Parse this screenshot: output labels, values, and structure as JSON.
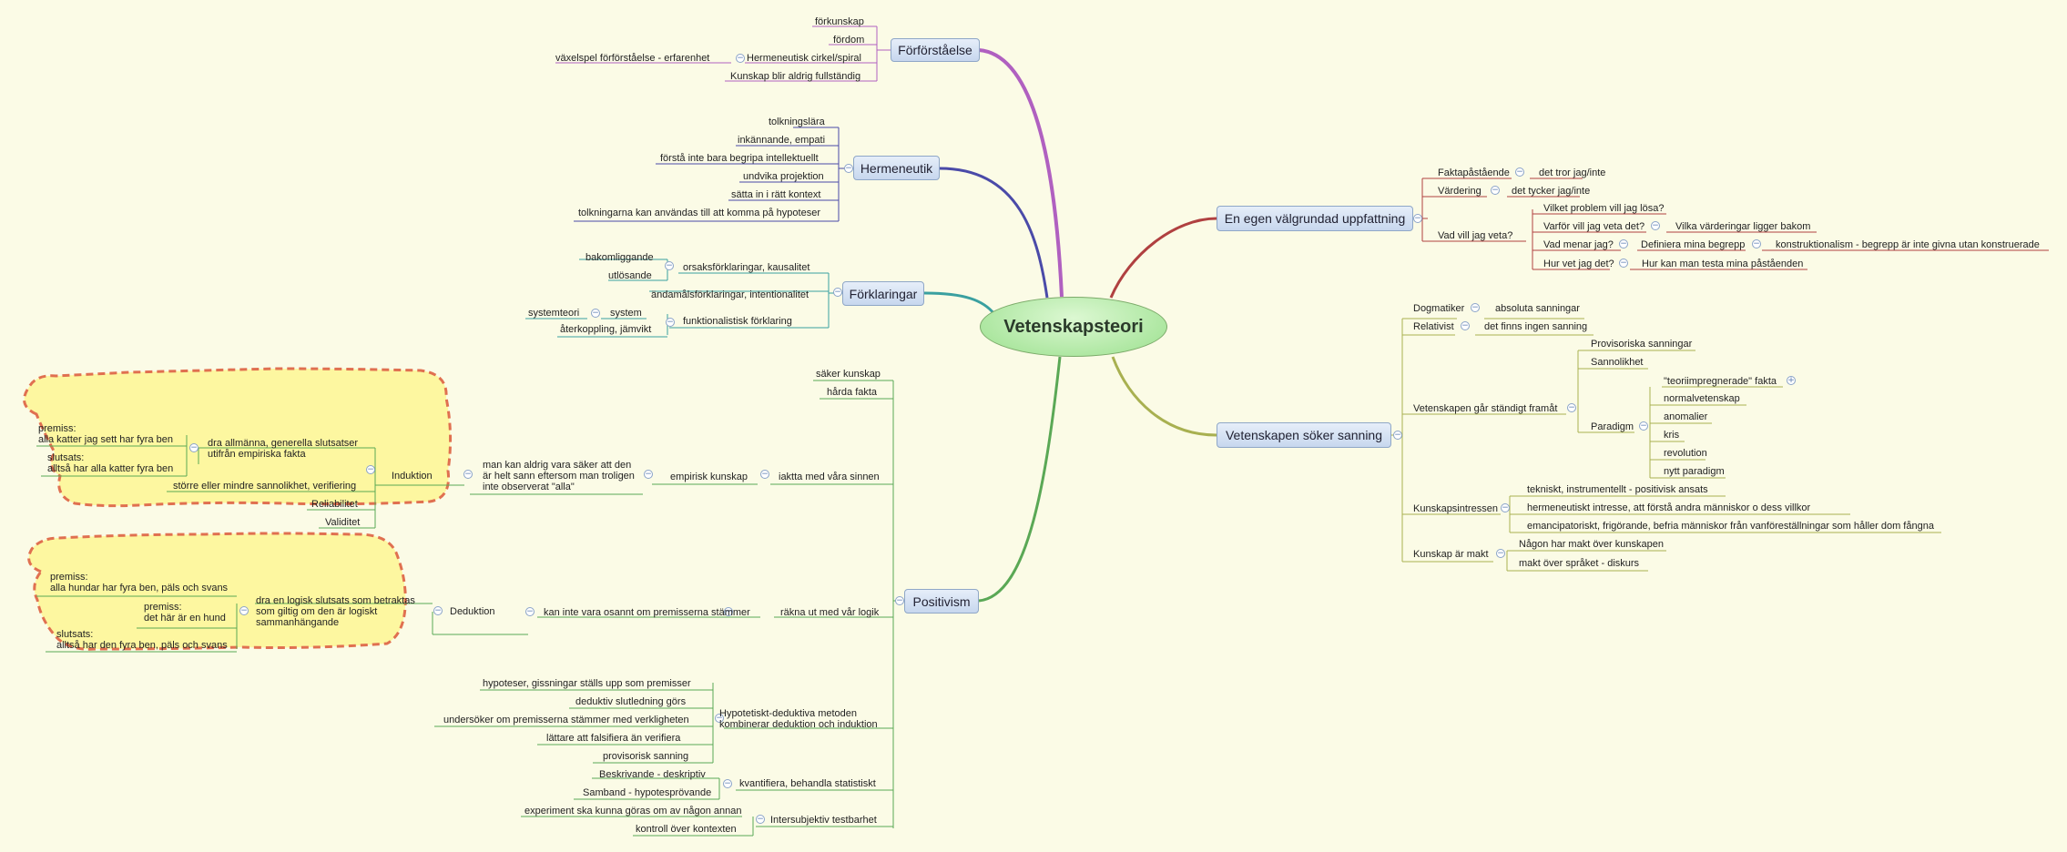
{
  "title": "Vetenskapsteori",
  "branches": {
    "forforstaelse": {
      "label": "Förförståelse",
      "items": [
        "förkunskap",
        "fördom",
        "Hermeneutisk cirkel/spiral",
        "växelspel förförståelse - erfarenhet",
        "Kunskap blir aldrig fullständig"
      ]
    },
    "hermeneutik": {
      "label": "Hermeneutik",
      "items": [
        "tolkningslära",
        "inkännande, empati",
        "förstå inte bara begripa intellektuellt",
        "undvika projektion",
        "sätta in i rätt kontext",
        "tolkningarna kan användas till att komma på hypoteser"
      ]
    },
    "forklaringar": {
      "label": "Förklaringar",
      "items": [
        "orsaksförklaringar, kausalitet",
        "bakomliggande",
        "utlösande",
        "ändamålsförklaringar, intentionalitet",
        "funktionalistisk förklaring",
        "system",
        "systemteori",
        "återkoppling, jämvikt"
      ]
    },
    "positivism": {
      "label": "Positivism",
      "items": [
        "säker kunskap",
        "hårda fakta",
        "iaktta med våra sinnen",
        "empirisk kunskap",
        "man kan aldrig vara säker att den\när helt sann eftersom man troligen\ninte observerat \"alla\"",
        "Induktion",
        "dra allmänna, generella slutsatser\nutifrån empiriska fakta",
        "premiss:\nalla katter jag sett har fyra ben",
        "slutsats:\nalltså har alla katter fyra ben",
        "större eller mindre sannolikhet, verifiering",
        "Reliabilitet",
        "Validitet",
        "räkna ut med vår logik",
        "kan inte vara osannt om premisserna stämmer",
        "Deduktion",
        "dra en logisk slutsats som betraktas\nsom giltig om den är logiskt\nsammanhängande",
        "premiss:\nalla hundar har fyra ben, päls och svans",
        "premiss:\ndet här är en hund",
        "slutsats:\nalltså har den fyra ben, päls och svans",
        "Hypotetiskt-deduktiva metoden\nkombinerar deduktion och induktion",
        "hypoteser, gissningar ställs upp som premisser",
        "deduktiv slutledning görs",
        "undersöker om premisserna stämmer med verkligheten",
        "lättare att falsifiera än verifiera",
        "provisorisk sanning",
        "kvantifiera, behandla statistiskt",
        "Beskrivande - deskriptiv",
        "Samband - hypotesprövande",
        "Intersubjektiv testbarhet",
        "experiment ska kunna göras om av någon annan",
        "kontroll över kontexten"
      ]
    },
    "egen": {
      "label": "En egen välgrundad uppfattning",
      "items": [
        "Faktapåstående",
        "det tror jag/inte",
        "Värdering",
        "det tycker jag/inte",
        "Vad vill jag veta?",
        "Vilket problem vill jag lösa?",
        "Varför vill jag veta det?",
        "Vilka värderingar ligger bakom",
        "Vad menar jag?",
        "Definiera mina begrepp",
        "konstruktionalism - begrepp är inte givna utan konstruerade",
        "Hur vet jag det?",
        "Hur kan man testa mina påståenden"
      ]
    },
    "sanning": {
      "label": "Vetenskapen söker sanning",
      "items": [
        "Dogmatiker",
        "absoluta sanningar",
        "Relativist",
        "det finns ingen sanning",
        "Vetenskapen går ständigt framåt",
        "Provisoriska sanningar",
        "Sannolikhet",
        "\"teoriimpregnerade\" fakta",
        "Paradigm",
        "normalvetenskap",
        "anomalier",
        "kris",
        "revolution",
        "nytt paradigm",
        "Kunskapsintressen",
        "tekniskt, instrumentellt - positivisk ansats",
        "hermeneutiskt intresse, att förstå andra människor o dess villkor",
        "emancipatoriskt, frigörande, befria människor från vanföreställningar som håller dom fångna",
        "Kunskap är makt",
        "Någon har makt över kunskapen",
        "makt över språket - diskurs"
      ]
    }
  },
  "colors": {
    "forforstaelse": "#b060c0",
    "hermeneutik": "#4a4aa8",
    "forklaringar": "#3aa0a0",
    "positivism": "#5aa855",
    "egen": "#b04040",
    "sanning": "#a8b050",
    "cloud_fill": "#fdf7a0",
    "cloud_border": "#e07050"
  }
}
